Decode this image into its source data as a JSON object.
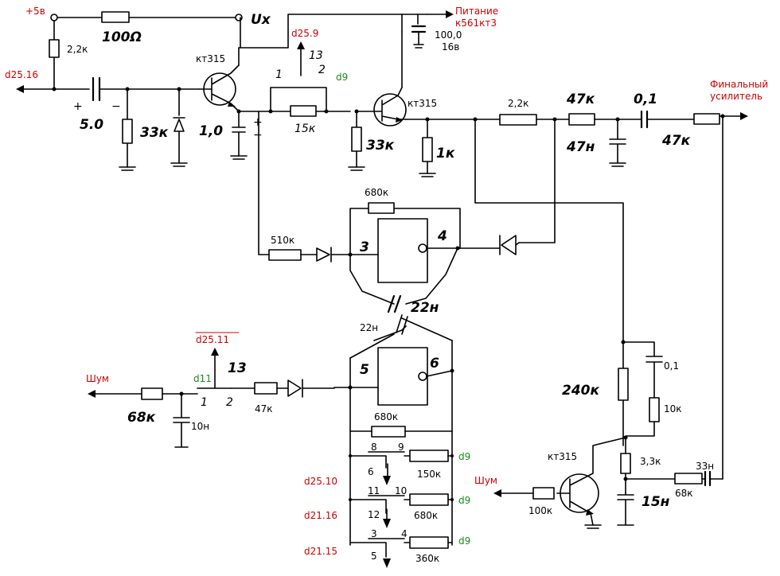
{
  "colors": {
    "wire": "#000000",
    "signal_label": "#cc0000",
    "pin_label": "#1a8a1a",
    "background": "#ffffff"
  },
  "labels": {
    "plus5v": "+5в",
    "r_2k2_top": "2,2к",
    "r_100": "100Ω",
    "ux": "Ux",
    "pitanie_1": "Питание",
    "pitanie_2": "к561кт3",
    "c_100": "100,0",
    "c_16v": "16в",
    "d25_9": "d25.9",
    "sw_13_top": "13",
    "sw_1_top": "1",
    "sw_2_top": "2",
    "d9_top": "d9",
    "kt315_1": "кт315",
    "kt315_2": "кт315",
    "kt315_3": "кт315",
    "d25_16": "d25.16",
    "c_plus": "+",
    "c_minus": "−",
    "c_5": "5.0",
    "r_33k_1": "33к",
    "c_1_0": "1,0",
    "c1_plus": "+",
    "c1_minus": "−",
    "r_15k_top": "15к",
    "r_33k_2": "33к",
    "r_1k": "1к",
    "r_2k2_right": "2,2к",
    "r_47k_a": "47к",
    "c_0_1_top": "0,1",
    "c_47n": "47н",
    "r_47k_b": "47к",
    "final_1": "Финальный",
    "final_2": "усилитель",
    "r_680k_top": "680к",
    "r_510k": "510к",
    "pin3": "3",
    "pin4": "4",
    "c_22n_a": "22н",
    "c_22n_b": "22н",
    "d25_11": "d25.11",
    "sw_13_mid": "13",
    "d11": "d11",
    "sw_1_mid": "1",
    "sw_2_mid": "2",
    "shum_left": "Шум",
    "r_68k_left": "68к",
    "c_10n": "10н",
    "r_47k_mid": "47к",
    "pin5": "5",
    "pin6": "6",
    "r_680k_mid": "680к",
    "sw8": "8",
    "sw9": "9",
    "r_150k": "150к",
    "d9_a": "d9",
    "d25_10": "d25.10",
    "sw6": "6",
    "sw11": "11",
    "sw10": "10",
    "r_680k_bot": "680к",
    "d9_b": "d9",
    "d21_16": "d21.16",
    "sw12": "12",
    "sw3": "3",
    "sw4": "4",
    "r_360k": "360к",
    "d9_c": "d9",
    "d21_15": "d21.15",
    "sw5": "5",
    "c_0_1_right": "0,1",
    "r_240k": "240к",
    "r_10k": "10к",
    "r_3k3": "3,3к",
    "c_33n": "33н",
    "r_68k_right": "68к",
    "shum_right": "Шум",
    "r_100k": "100к",
    "c_15n": "15н"
  }
}
